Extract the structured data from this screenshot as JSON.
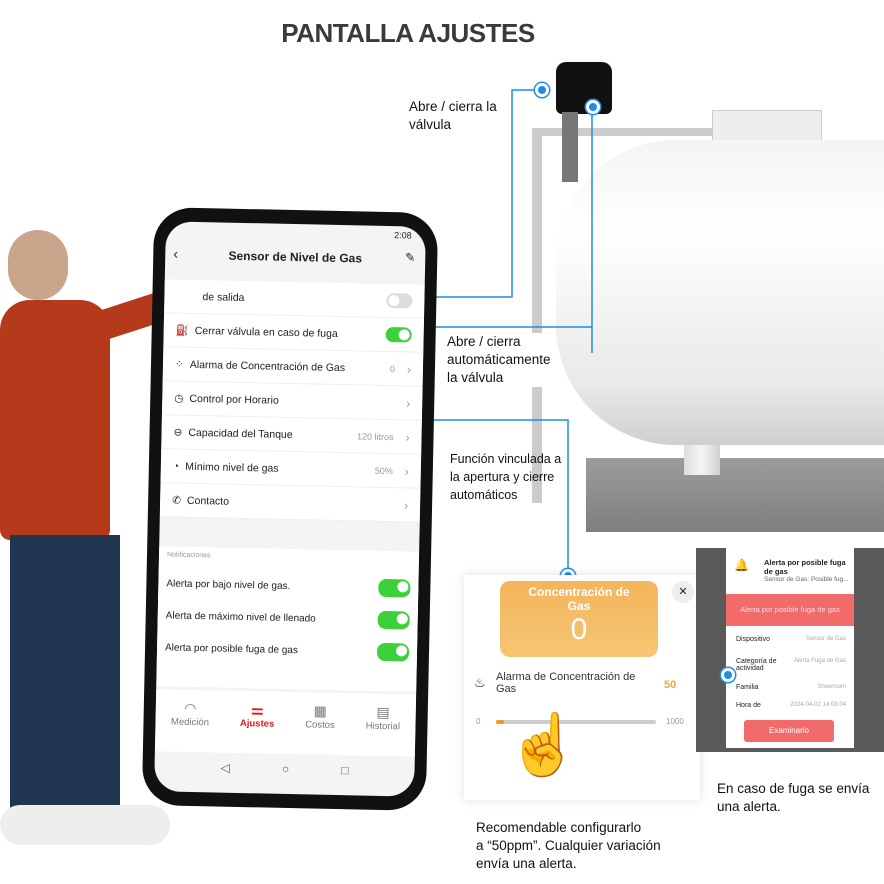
{
  "title": "PANTALLA AJUSTES",
  "callouts": {
    "valve": [
      "Abre / cierra la",
      "válvula"
    ],
    "auto": [
      "Abre / cierra",
      "automáticamente",
      "la válvula"
    ],
    "linked": [
      "Función vinculada a",
      "la apertura y cierre",
      "automáticos"
    ],
    "leak": [
      "En caso de fuga se envía",
      "una alerta."
    ],
    "recommend": [
      "Recomendable configurarlo",
      "a “50ppm”. Cualquier variación",
      "envía una alerta."
    ]
  },
  "phone": {
    "time": "2:08",
    "header": "Sensor de Nivel de Gas",
    "rows": [
      {
        "label": "de salida",
        "value": "",
        "toggle": "off"
      },
      {
        "label": "Cerrar válvula en caso de fuga",
        "value": "",
        "toggle": "on"
      },
      {
        "label": "Alarma de Concentración de Gas",
        "value": "0"
      },
      {
        "label": "Control por Horario",
        "value": ""
      },
      {
        "label": "Capacidad del Tanque",
        "value": "120 litros"
      },
      {
        "label": "Mínimo nivel de gas",
        "value": "50%"
      },
      {
        "label": "Contacto",
        "value": ""
      }
    ],
    "notifications_label": "Notificaciones",
    "notifications": [
      "Alerta por bajo nivel de gas.",
      "Alerta de máximo nivel de llenado",
      "Alerta por posible fuga de gas"
    ],
    "nav": [
      "Medición",
      "Ajustes",
      "Costos",
      "Historial"
    ]
  },
  "concentration": {
    "title": "Concentración de Gas",
    "value": "0",
    "alarm_label": "Alarma de Concentración de Gas",
    "alarm_value": "50",
    "min": "0",
    "max": "1000",
    "slider_fraction": 0.05
  },
  "alert": {
    "title": "Alerta por posible fuga de gas",
    "subtitle": "Sensor de Gas: Posible fug...",
    "banner": "Alerta por posible fuga de gas",
    "fields": [
      [
        "Dispositivo",
        "Sensor de Gas"
      ],
      [
        "Categoría de actividad",
        "Alerta Fuga de Gas"
      ],
      [
        "Familia",
        "Showroom"
      ],
      [
        "Hora de",
        "2024-04-02 14:08:04"
      ]
    ],
    "button": "Examinarlo"
  },
  "colors": {
    "accent": "#1c8ee8",
    "toggle": "#3ad13a",
    "active_nav": "#e8141b",
    "orange": "#f3b55a",
    "alert_red": "#f26b6b"
  }
}
